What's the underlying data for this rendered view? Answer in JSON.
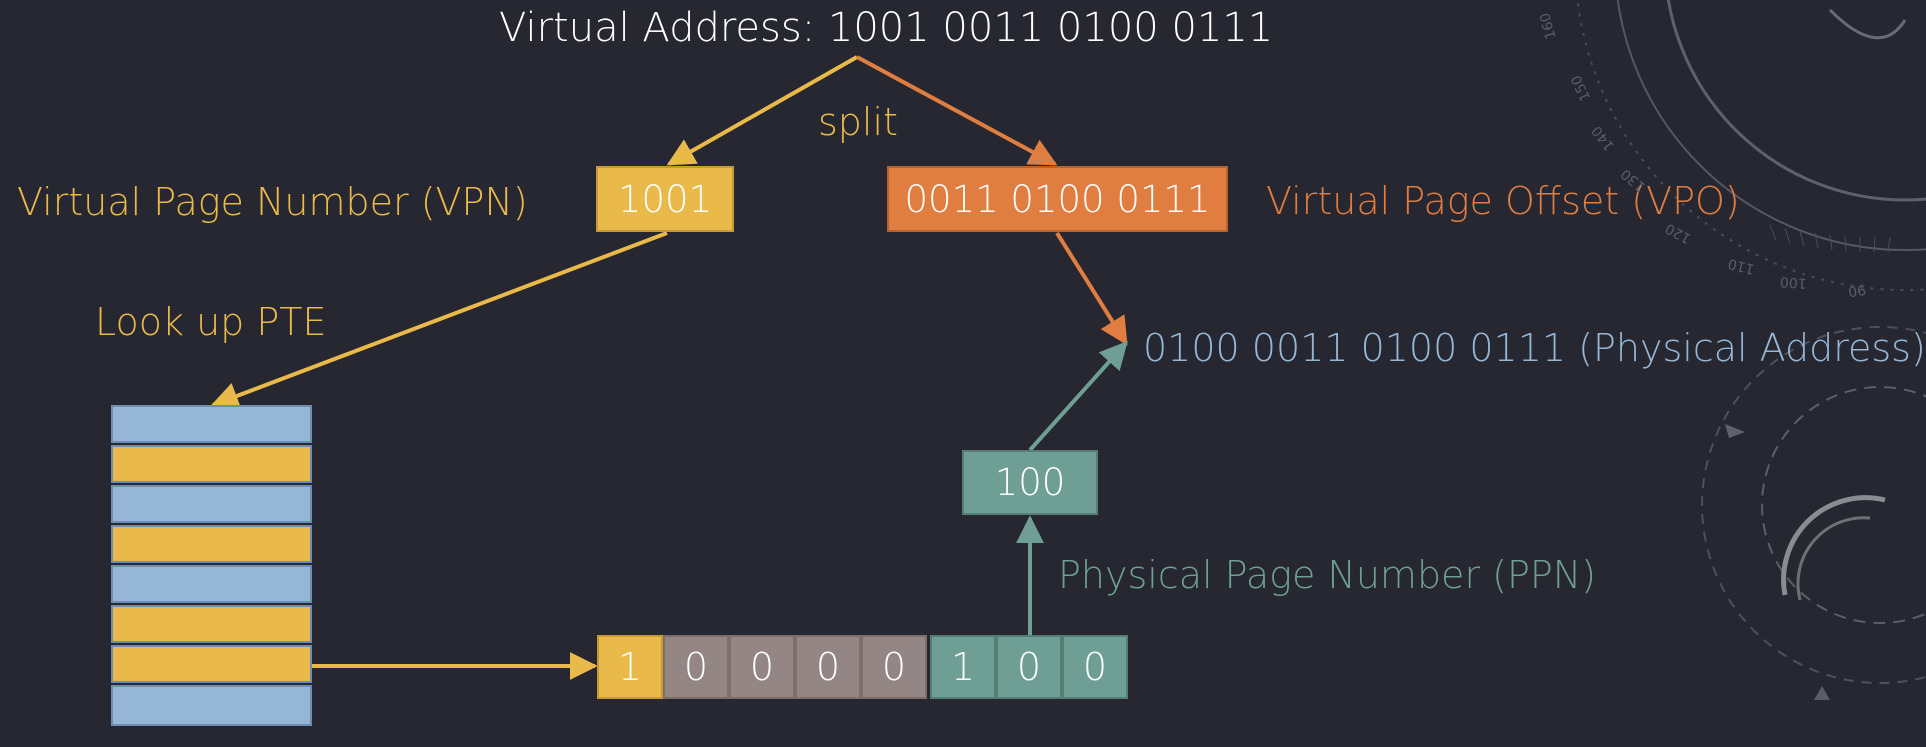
{
  "title": "Virtual Address: 1001 0011 0100 0111",
  "split_label": "split",
  "vpn": {
    "label": "Virtual Page Number (VPN)",
    "value": "1001"
  },
  "vpo": {
    "label": "Virtual Page Offset (VPO)",
    "value": "0011 0100 0111"
  },
  "lookup_label": "Look up PTE",
  "physical_address": "0100 0011 0100 0111 (Physical Address)",
  "ppn": {
    "label": "Physical Page Number (PPN)",
    "value": "100"
  },
  "pte_bits": [
    "1",
    "0",
    "0",
    "0",
    "0",
    "1",
    "0",
    "0"
  ],
  "page_table_rows": 8,
  "decor_ticks": [
    "160",
    "150",
    "140",
    "130",
    "120",
    "110",
    "100",
    "90"
  ],
  "colors": {
    "background": "#262730",
    "yellow": "#e9b949",
    "orange": "#e07d40",
    "teal": "#6f9e94",
    "gray": "#948685",
    "light_blue": "#96b6d6",
    "white": "#ffffff"
  }
}
